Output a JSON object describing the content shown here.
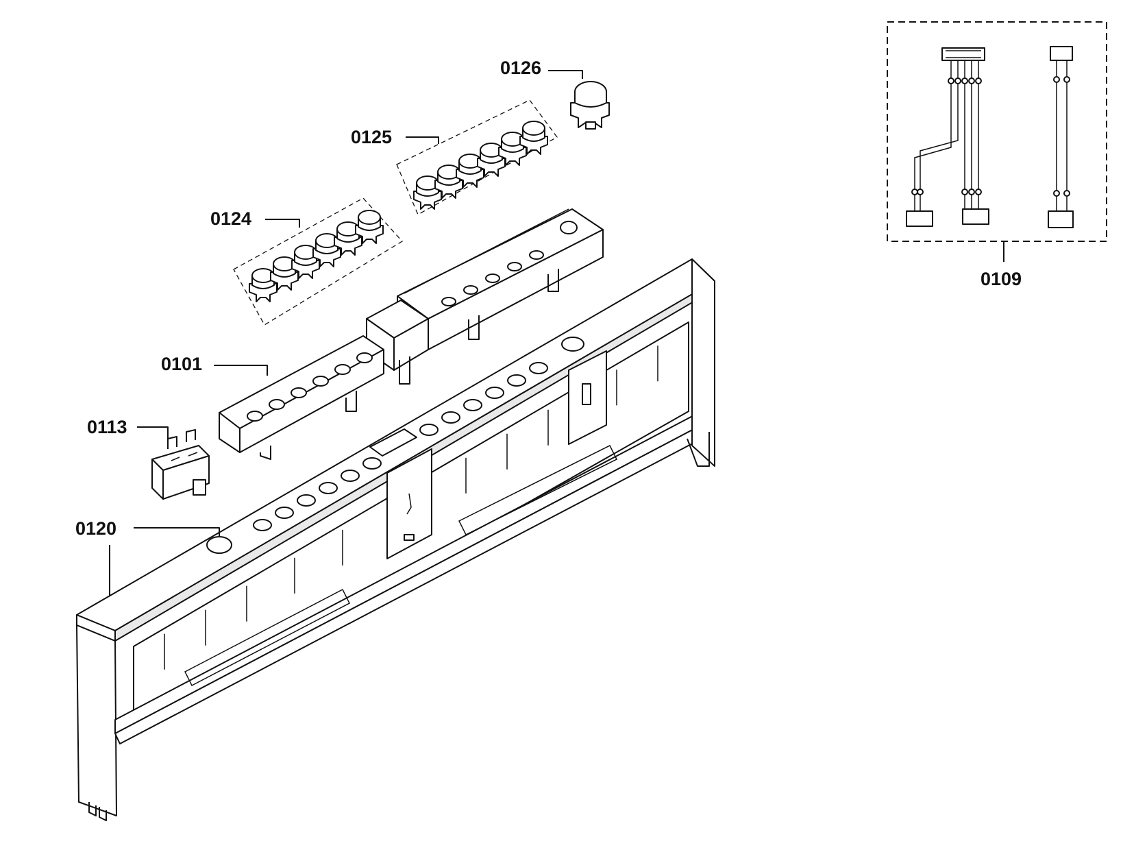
{
  "parts": {
    "p0101": "0101",
    "p0109": "0109",
    "p0113": "0113",
    "p0120": "0120",
    "p0124": "0124",
    "p0125": "0125",
    "p0126": "0126"
  }
}
